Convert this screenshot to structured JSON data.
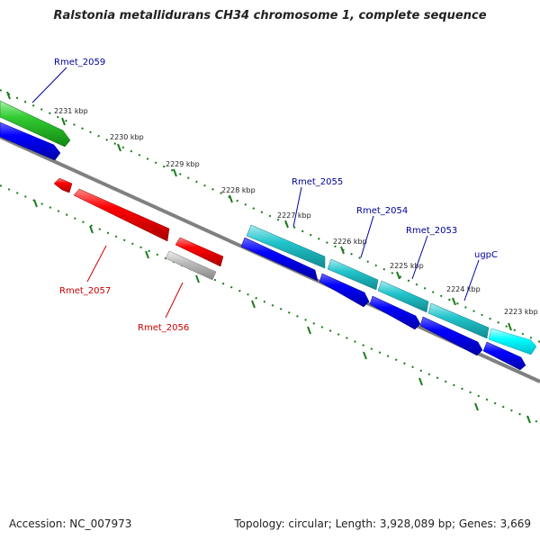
{
  "title": "Ralstonia metallidurans CH34 chromosome 1, complete sequence",
  "footer": {
    "accession": "Accession: NC_007973",
    "summary": "Topology: circular; Length: 3,928,089 bp; Genes: 3,669"
  },
  "colors": {
    "backbone": "#777777",
    "tick": "#1a7a1a",
    "forward_cds": "#00aacc",
    "reverse_cds": "#0000ff",
    "highlight_forward": "#22bb22",
    "highlight_reverse": "#ee0000",
    "pseudo": "#aaaaaa",
    "cyan": "#00ffff",
    "label_blue": "#000099",
    "label_red": "#cc0000"
  },
  "scale_labels": [
    "2231 kbp",
    "2230 kbp",
    "2229 kbp",
    "2228 kbp",
    "2227 kbp",
    "2226 kbp",
    "2225 kbp",
    "2224 kbp",
    "2223 kbp"
  ],
  "gene_labels": [
    {
      "name": "Rmet_2059",
      "color": "#000099"
    },
    {
      "name": "Rmet_2055",
      "color": "#000099"
    },
    {
      "name": "Rmet_2054",
      "color": "#000099"
    },
    {
      "name": "Rmet_2053",
      "color": "#000099"
    },
    {
      "name": "ugpC",
      "color": "#000099"
    },
    {
      "name": "Rmet_2057",
      "color": "#cc0000"
    },
    {
      "name": "Rmet_2056",
      "color": "#cc0000"
    }
  ]
}
